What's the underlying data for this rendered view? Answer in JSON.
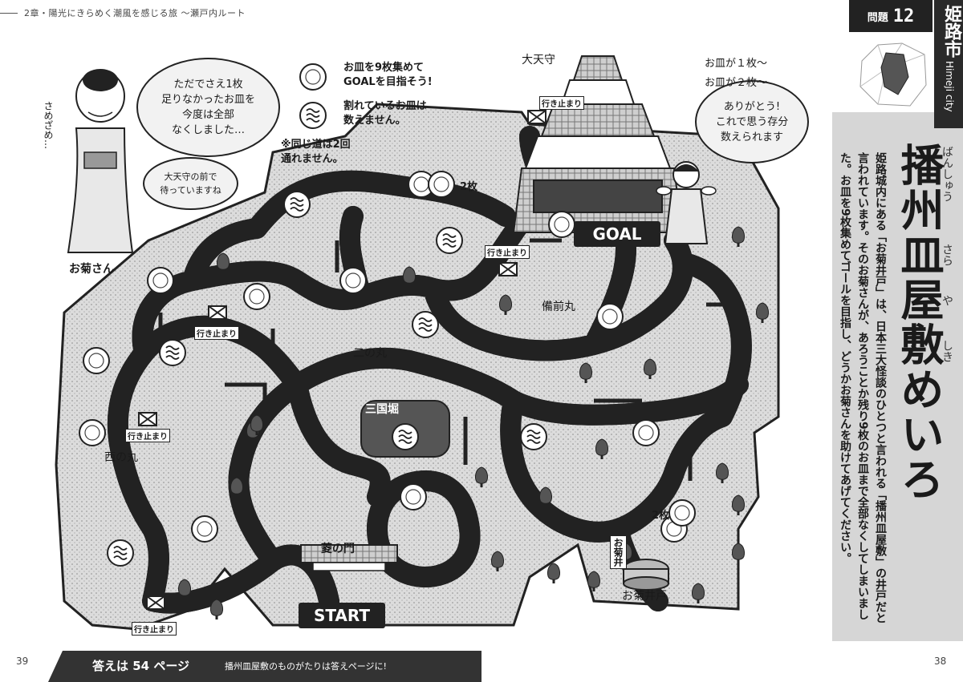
{
  "header": {
    "chapter": "2章・陽光にきらめく潮風を感じる旅 〜瀬戸内ルート"
  },
  "speech": {
    "okiku_main": "ただでさえ1枚\n足りなかったお皿を\n今度は全部\nなくしました…",
    "okiku_sub": "大天守の前で\n待っていますね",
    "okiku_sob": "さめざめ…",
    "okiku_name": "お菊さん",
    "thanks": "ありがとう!\nこれで思う存分\n数えられます",
    "counting": "お皿が１枚〜\nお皿が２枚〜"
  },
  "rules": {
    "collect": "お皿を9枚集めて\nGOALを目指そう!",
    "broken": "割れているお皿は\n数えません。",
    "same_road": "※同じ道は2回\n通れません。"
  },
  "maze": {
    "labels": {
      "tenshu": "大天守",
      "goal": "GOAL",
      "start": "START",
      "bizen": "備前丸",
      "ninomaru": "二の丸",
      "nishinomaru": "西の丸",
      "mikuni": "三国堀",
      "hishi": "菱の門",
      "okiku_well": "お菊井戸",
      "okiku_sign": "お菊井",
      "two_top": "2枚",
      "two_right": "2枚"
    },
    "dead_end": "行き止まり"
  },
  "panel": {
    "question_label": "問題",
    "question_number": "12",
    "city": "姫路市",
    "city_en": "Himeji city",
    "title": "播州皿屋敷めいろ",
    "ruby_1": "ばんしゅう",
    "ruby_2": "さら",
    "ruby_3": "や",
    "ruby_4": "しき",
    "description": "姫路城内にある「お菊井戸」は、日本三大怪談のひとつと言われる「播州皿屋敷」の井戸だと言われています。そのお菊さんが、あろうことか残り9枚のお皿まで全部なくしてしまいました。お皿を9枚集めてゴールを目指し、どうかお菊さんを助けてあげてください。"
  },
  "footer": {
    "answer": "答えは 54 ページ",
    "answer_sub": "播州皿屋敷のものがたりは答えページに!",
    "page_left": "39",
    "page_right": "38"
  }
}
